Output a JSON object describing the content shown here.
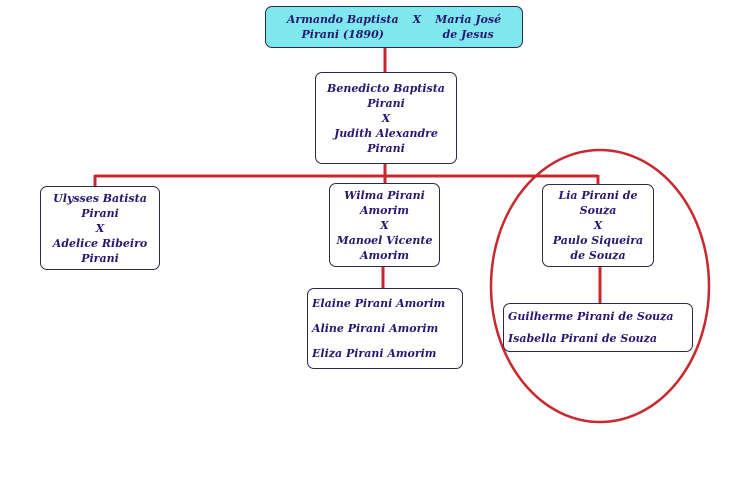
{
  "colors": {
    "connector": "#c8282e",
    "root_fill": "#7fe8ef",
    "text": "#2a1670",
    "highlight_ellipse": "#c8282e"
  },
  "root": {
    "left": [
      "Armando Baptista",
      "Pirani (1890)"
    ],
    "marriage": "X",
    "right": [
      "Maria José",
      "de Jesus"
    ]
  },
  "gen2": {
    "lines": [
      "Benedicto Baptista",
      "Pirani",
      "X",
      "Judith Alexandre",
      "Pirani"
    ]
  },
  "gen3": [
    {
      "lines": [
        "Ulysses Batista",
        "Pirani",
        "X",
        "Adelice Ribeiro",
        "Pirani"
      ]
    },
    {
      "lines": [
        "Wilma Pirani",
        "Amorim",
        "X",
        "Manoel Vicente",
        "Amorim"
      ]
    },
    {
      "lines": [
        "Lia Pirani de",
        "Souza",
        "X",
        "Paulo Siqueira",
        "de Souza"
      ]
    }
  ],
  "gen4": {
    "amorim_children": [
      "Elaine Pirani Amorim",
      "Aline Pirani Amorim",
      "Eliza Pirani Amorim"
    ],
    "souza_children": [
      "Guilherme Pirani de Souza",
      "Isabella Pirani de Souza"
    ]
  }
}
